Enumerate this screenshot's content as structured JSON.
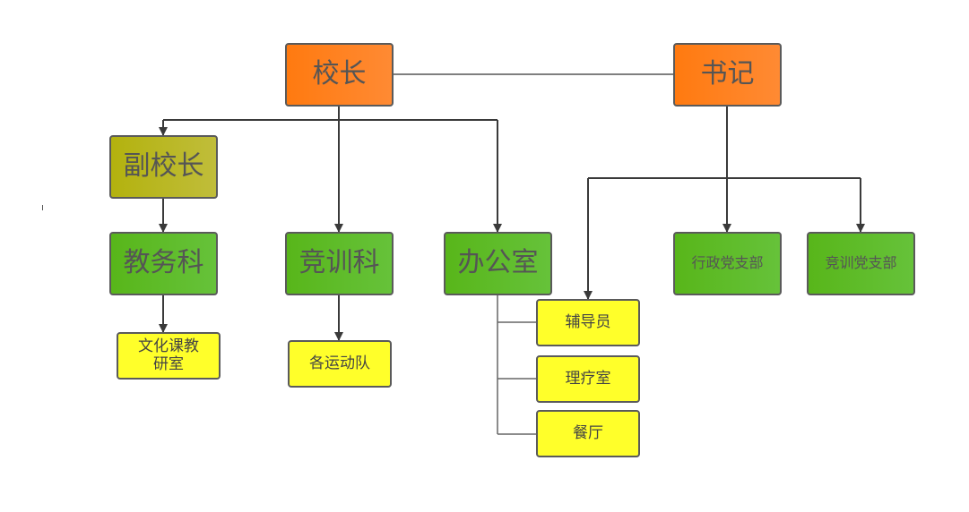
{
  "nodes": {
    "principal": "校长",
    "secretary": "书记",
    "vice_principal": "副校长",
    "academic": "教务科",
    "training": "竞训科",
    "office": "办公室",
    "admin_party": "行政党支部",
    "training_party": "竞训党支部",
    "culture_research": "文化课教研室",
    "sports_teams": "各运动队",
    "counselor": "辅导员",
    "therapy": "理疗室",
    "canteen": "餐厅"
  },
  "colors": {
    "top_level": "#ff7a10",
    "vice": "#b3b20e",
    "department": "#58b61a",
    "unit": "#ffff2a",
    "connector": "#3a3a3a"
  }
}
